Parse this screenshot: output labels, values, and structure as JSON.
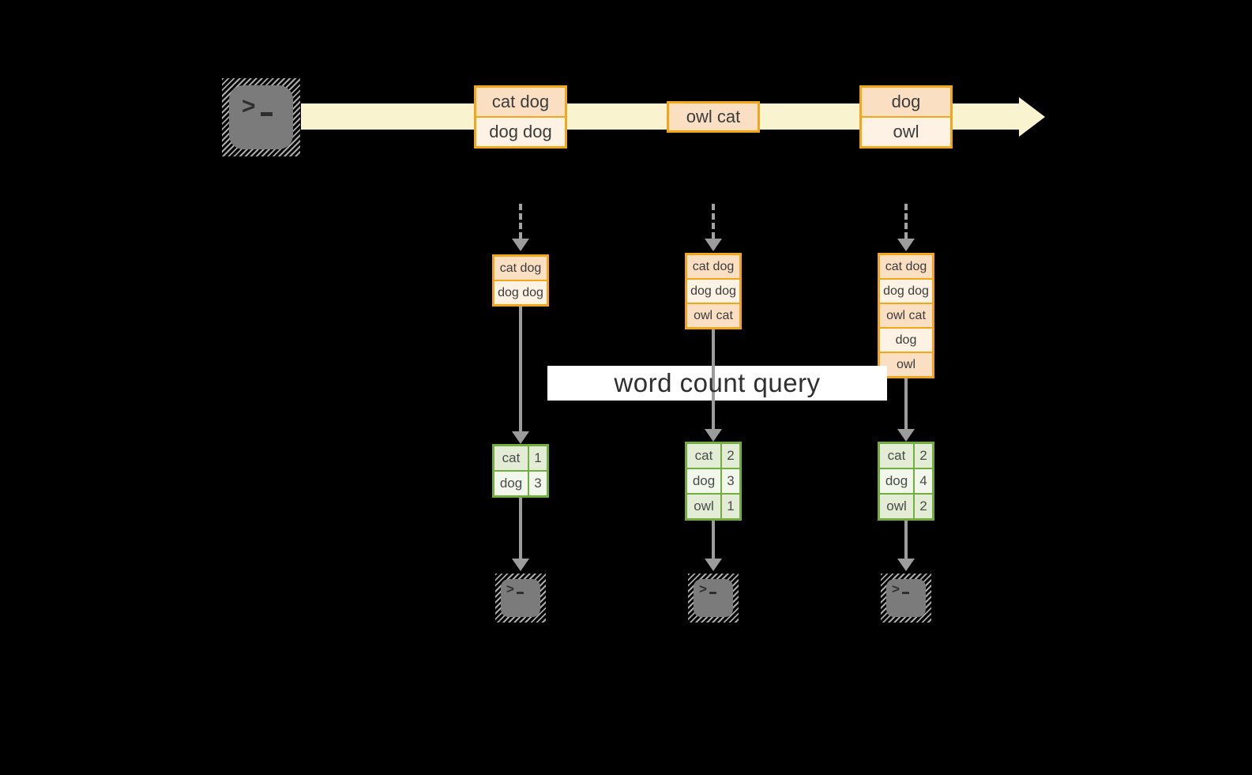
{
  "diagram": {
    "query_label": "word count query"
  },
  "icons": {
    "prompt_chevron": ">",
    "source_icon": "terminal-icon",
    "sink_icon": "terminal-icon"
  },
  "stream": {
    "boxes": [
      {
        "words": [
          "cat dog",
          "dog dog"
        ]
      },
      {
        "words": [
          "owl cat"
        ]
      },
      {
        "words": [
          "dog",
          "owl"
        ]
      }
    ]
  },
  "batches": [
    {
      "words": [
        "cat dog",
        "dog dog"
      ]
    },
    {
      "words": [
        "cat dog",
        "dog dog",
        "owl cat"
      ]
    },
    {
      "words": [
        "cat dog",
        "dog dog",
        "owl cat",
        "dog",
        "owl"
      ]
    }
  ],
  "results": [
    {
      "rows": [
        {
          "word": "cat",
          "count": 1
        },
        {
          "word": "dog",
          "count": 3
        }
      ]
    },
    {
      "rows": [
        {
          "word": "cat",
          "count": 2
        },
        {
          "word": "dog",
          "count": 3
        },
        {
          "word": "owl",
          "count": 1
        }
      ]
    },
    {
      "rows": [
        {
          "word": "cat",
          "count": 2
        },
        {
          "word": "dog",
          "count": 4
        },
        {
          "word": "owl",
          "count": 2
        }
      ]
    }
  ],
  "colors": {
    "background": "#000000",
    "stream_band": "#FAF3D0",
    "orange_border": "#F2A71B",
    "orange_fill_dark": "#FADFC2",
    "orange_fill_light": "#FDF2E3",
    "green_border": "#71AD3F",
    "green_fill_dark": "#E3EDD6",
    "green_fill_light": "#F2F7EB",
    "arrow_gray": "#9C9C9C",
    "terminal_gray": "#7B7B7B",
    "query_box": "#FFFFFF"
  }
}
